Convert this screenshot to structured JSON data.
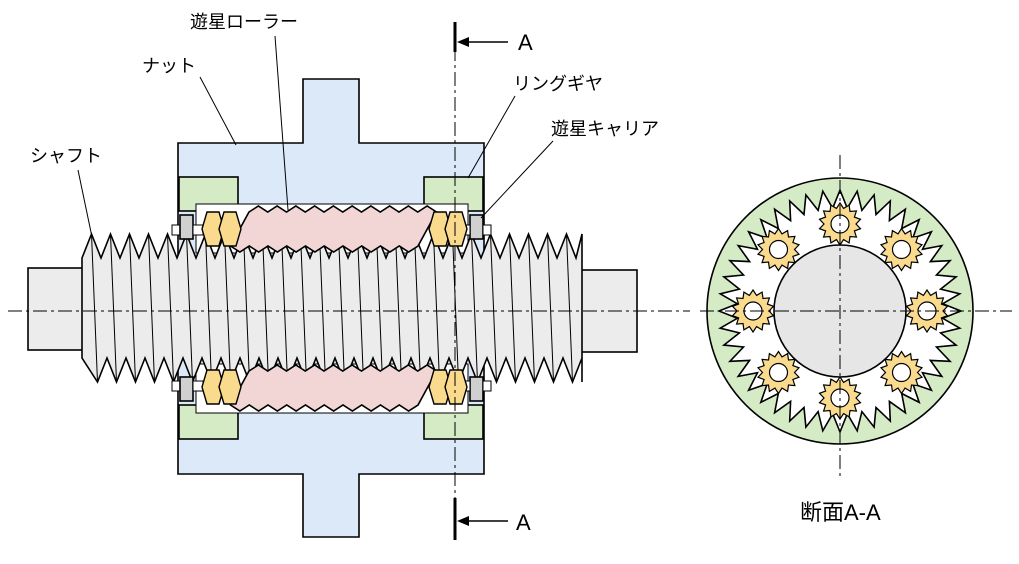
{
  "labels": {
    "planetary_roller": "遊星ローラー",
    "nut": "ナット",
    "ring_gear": "リングギヤ",
    "planet_carrier": "遊星キャリア",
    "shaft": "シャフト",
    "section_mark_top": "A",
    "section_mark_bottom": "A",
    "section_title": "断面A-A"
  },
  "colors": {
    "nut_fill": "#dce9f8",
    "ring_gear_fill": "#d5ebc5",
    "roller_fill": "#f2d5d5",
    "planet_gear_fill": "#fadb8e",
    "shaft_fill": "#ececec",
    "carrier_fill": "#d0d0d0",
    "stroke": "#000000"
  },
  "section_view": {
    "planet_count": 8,
    "ring_teeth": 44,
    "planet_teeth": 14
  }
}
